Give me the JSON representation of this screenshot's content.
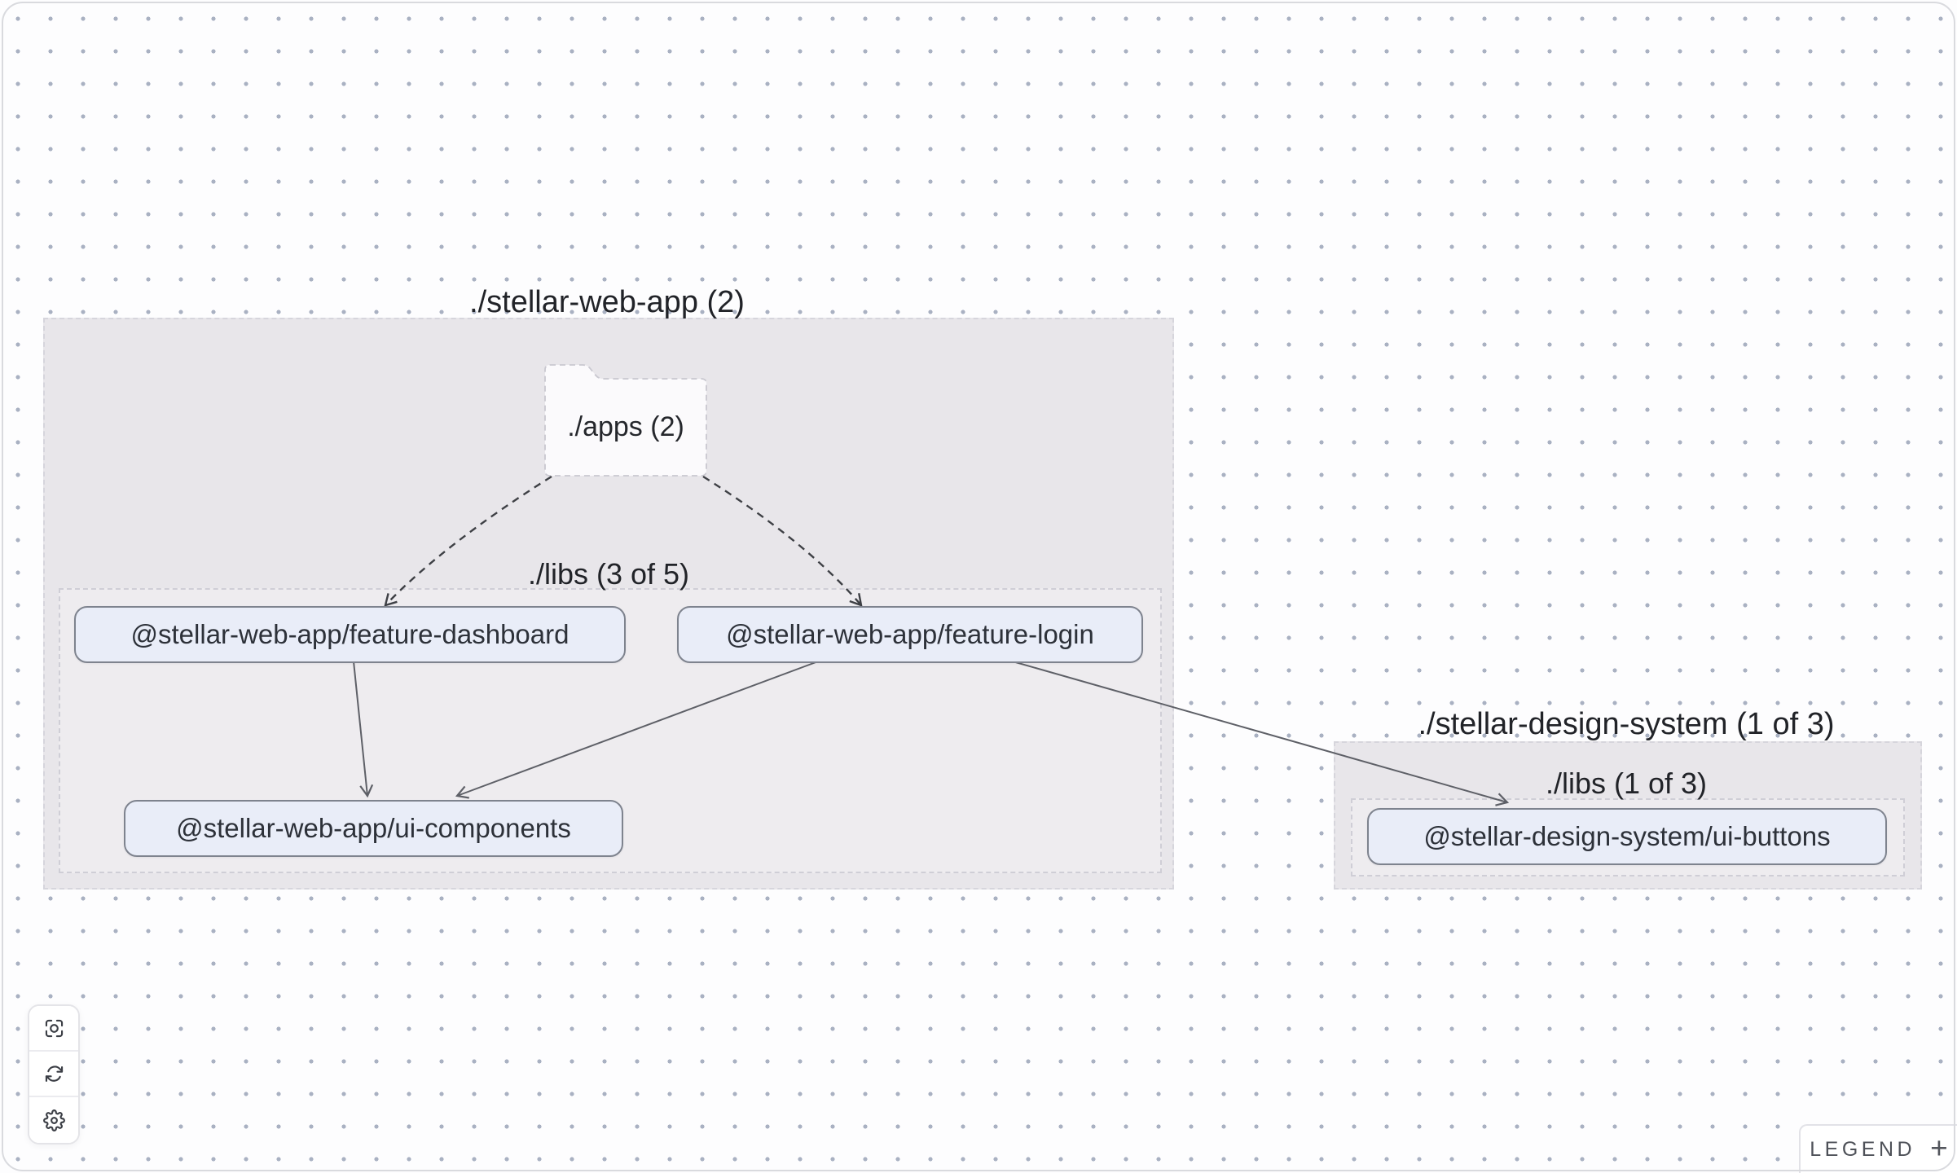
{
  "graph": {
    "groups": [
      {
        "id": "stellar-web-app",
        "title": "./stellar-web-app (2)",
        "folder": {
          "label": "./apps (2)"
        },
        "libs_label": "./libs (3 of 5)",
        "nodes": [
          {
            "id": "feature-dashboard",
            "label": "@stellar-web-app/feature-dashboard"
          },
          {
            "id": "feature-login",
            "label": "@stellar-web-app/feature-login"
          },
          {
            "id": "ui-components",
            "label": "@stellar-web-app/ui-components"
          }
        ]
      },
      {
        "id": "stellar-design-system",
        "title": "./stellar-design-system (1 of 3)",
        "libs_label": "./libs (1 of 3)",
        "nodes": [
          {
            "id": "ui-buttons",
            "label": "@stellar-design-system/ui-buttons"
          }
        ]
      }
    ],
    "edges": [
      {
        "from": "./apps",
        "to": "@stellar-web-app/feature-dashboard",
        "style": "dashed"
      },
      {
        "from": "./apps",
        "to": "@stellar-web-app/feature-login",
        "style": "dashed"
      },
      {
        "from": "@stellar-web-app/feature-dashboard",
        "to": "@stellar-web-app/ui-components",
        "style": "solid"
      },
      {
        "from": "@stellar-web-app/feature-login",
        "to": "@stellar-web-app/ui-components",
        "style": "solid"
      },
      {
        "from": "@stellar-web-app/feature-login",
        "to": "@stellar-design-system/ui-buttons",
        "style": "solid"
      }
    ]
  },
  "toolbar": {
    "buttons": [
      {
        "name": "focus",
        "icon": "focus-icon"
      },
      {
        "name": "refresh",
        "icon": "refresh-icon"
      },
      {
        "name": "settings",
        "icon": "gear-icon"
      }
    ]
  },
  "legend": {
    "label": "LEGEND",
    "expand_icon": "+"
  },
  "colors": {
    "group_fill": "#e8e6ea",
    "node_fill": "#e9edf8",
    "node_border": "#7e838e",
    "edge_solid": "#5e6067",
    "edge_dashed": "#3e4045",
    "dot_grid": "#a9b1c2"
  }
}
